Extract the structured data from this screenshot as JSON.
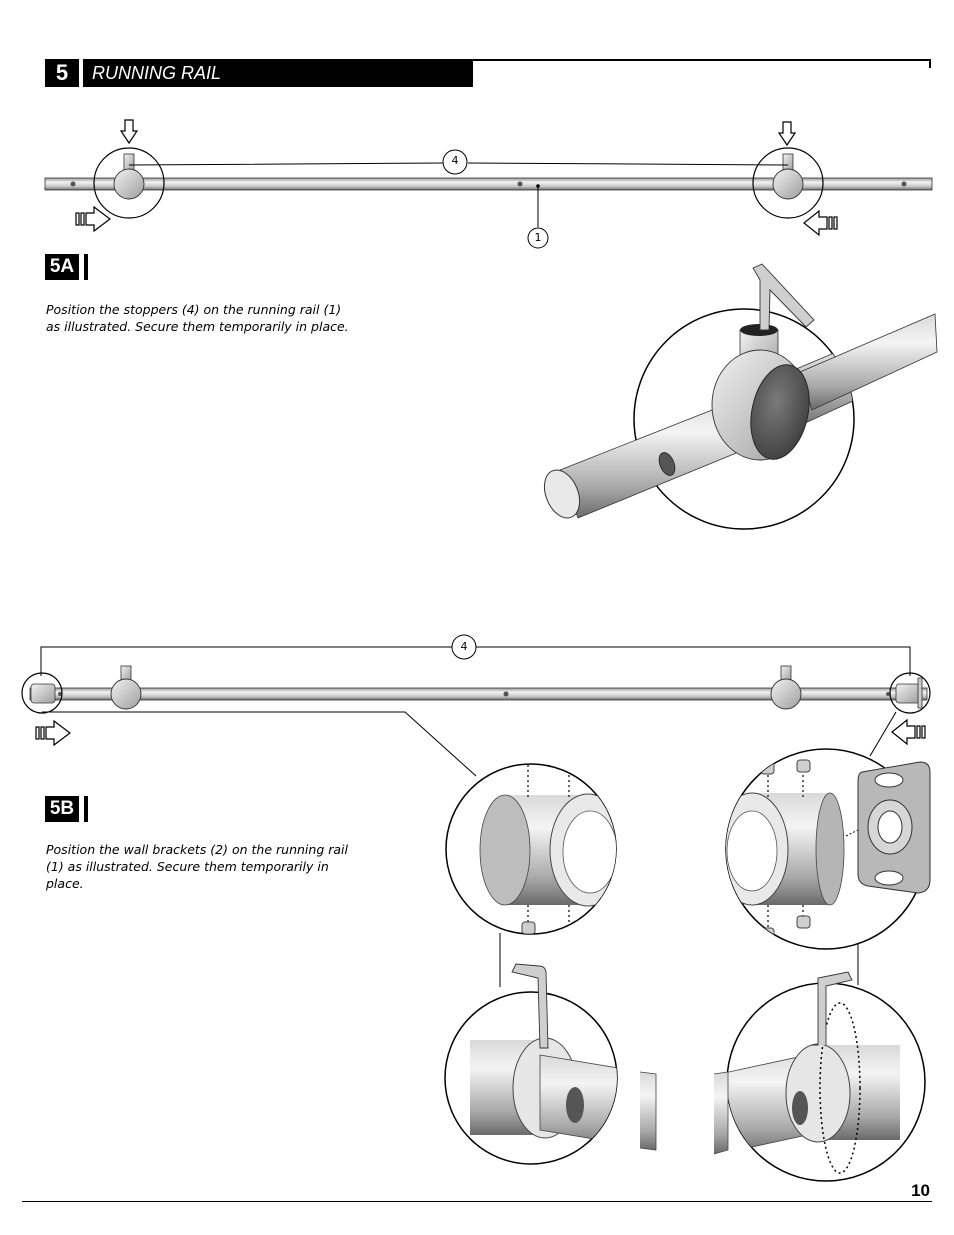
{
  "step": {
    "number": "5",
    "title": "RUNNING RAIL"
  },
  "section_a": {
    "label": "5A",
    "instruction": "Position the stoppers (4) on the running rail (1) as illustrated.  Secure them temporarily in place.",
    "callouts": [
      "4",
      "1"
    ]
  },
  "section_b": {
    "label": "5B",
    "instruction": "Position the wall brackets (2) on the running rail (1) as illustrated.  Secure them temporarily in place.",
    "callouts": [
      "4"
    ]
  },
  "page_number": "10",
  "colors": {
    "ink": "#000000",
    "paper": "#ffffff",
    "rail_light": "#e6e6e6",
    "rail_dark": "#8a8a8a"
  }
}
